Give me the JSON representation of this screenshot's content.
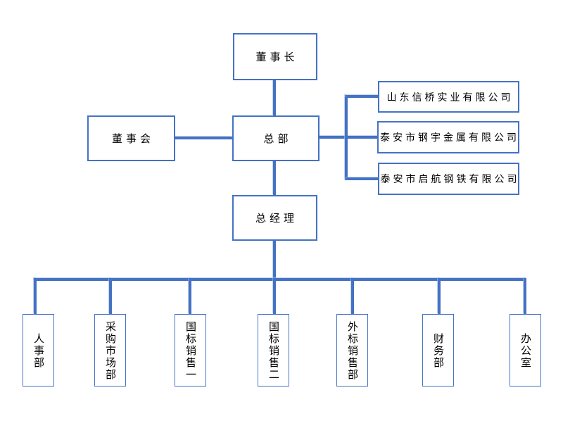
{
  "org_chart": {
    "nodes": {
      "chairman": {
        "label": "董事长"
      },
      "board": {
        "label": "董事会"
      },
      "headquarters": {
        "label": "总部"
      },
      "general_manager": {
        "label": "总经理"
      },
      "subsidiaries": [
        {
          "label": "山东信桥实业有限公司"
        },
        {
          "label": "泰安市钢宇金属有限公司"
        },
        {
          "label": "泰安市启航钢铁有限公司"
        }
      ],
      "departments": [
        {
          "label": "人事部"
        },
        {
          "label": "采购市场部"
        },
        {
          "label": "国标销售一"
        },
        {
          "label": "国标销售二"
        },
        {
          "label": "外标销售部"
        },
        {
          "label": "财务部"
        },
        {
          "label": "办公室"
        }
      ]
    },
    "colors": {
      "line": "#4472C4",
      "box_border": "#4472C4",
      "box_fill": "#FFFFFF",
      "text": "#000000",
      "background": "#FFFFFF"
    }
  }
}
